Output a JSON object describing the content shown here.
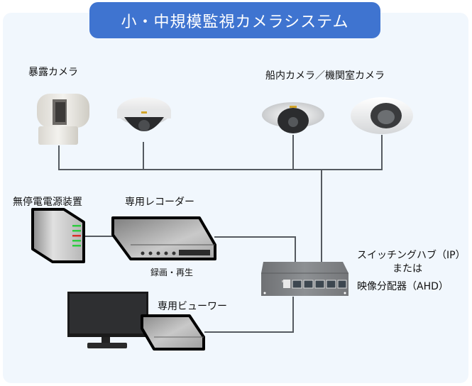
{
  "title": "小・中規模監視カメラシステム",
  "labels": {
    "outdoor_camera": "暴露カメラ",
    "onboard_camera": "船内カメラ／機関室カメラ",
    "ups": "無停電電源装置",
    "recorder": "専用レコーダー",
    "recorder_caption": "録画・再生",
    "hub_line1": "スイッチングハブ（IP）",
    "hub_line2": "または",
    "hub_line3": "映像分配器（AHD）",
    "viewer": "専用ビューワー"
  },
  "ups_leds": [
    "#2ecc40",
    "#2ecc40",
    "#d9302b",
    "#2ecc40",
    "#2ecc40"
  ],
  "colors": {
    "title_bg": "#3f74d0",
    "panel_bg": "#f1f7fd",
    "wire": "#555a60"
  }
}
